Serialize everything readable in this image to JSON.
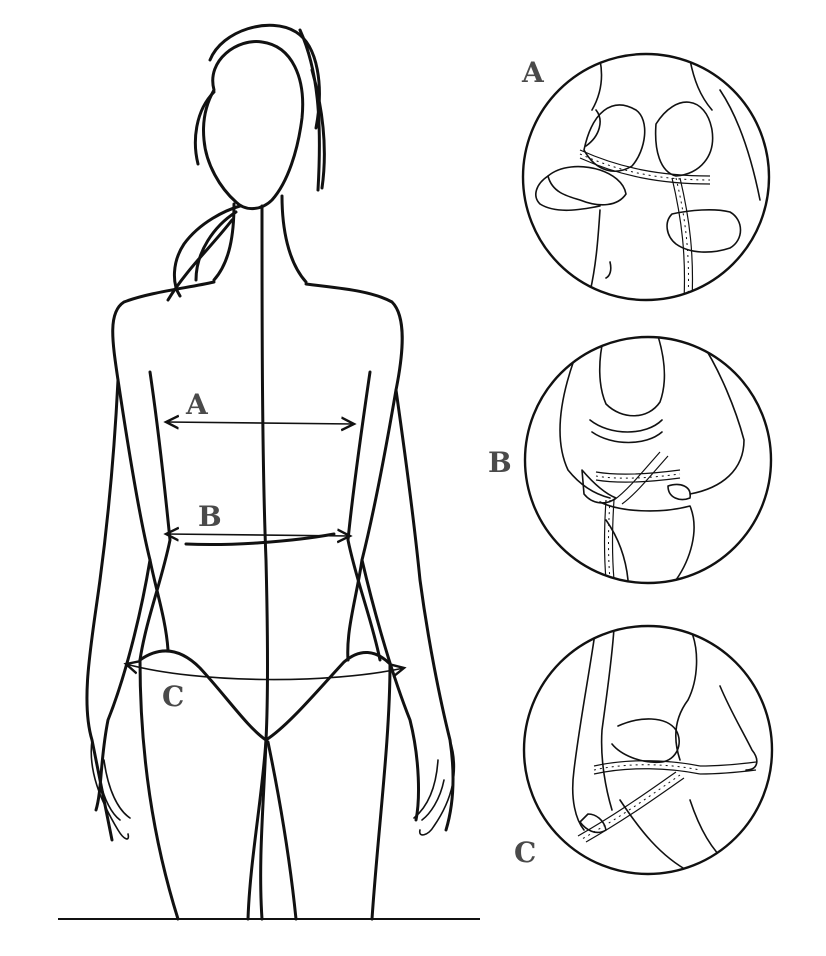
{
  "figure": {
    "body_labels": {
      "a": "A",
      "b": "B",
      "c": "C"
    },
    "panel_labels": {
      "a": "A",
      "b": "B",
      "c": "C"
    }
  }
}
